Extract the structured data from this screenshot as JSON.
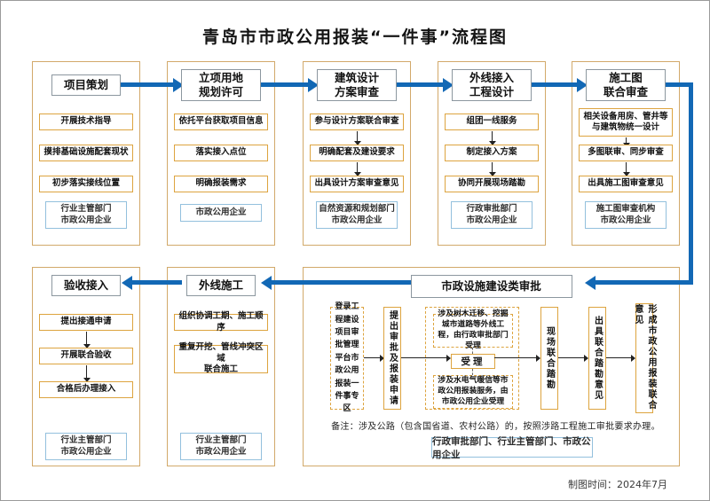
{
  "page": {
    "title": "青岛市市政公用报装“一件事”流程图",
    "footer": "制图时间：2024年7月"
  },
  "colors": {
    "flow_blue": "#1268b5",
    "gold_border": "#dda43f",
    "card_border": "#d2a96a",
    "header_border": "#8c979f",
    "dept_border": "#93c0dd"
  },
  "top_row": [
    {
      "header": "项目策划",
      "steps": [
        "开展技术指导",
        "摸排基础设施配套现状",
        "初步落实接线位置"
      ],
      "dept": "行业主管部门\n市政公用企业"
    },
    {
      "header": "立项用地\n规划许可",
      "steps": [
        "依托平台获取项目信息",
        "落实接入点位",
        "明确报装需求"
      ],
      "dept": "市政公用企业"
    },
    {
      "header": "建筑设计\n方案审查",
      "steps": [
        "参与设计方案联合审查",
        "明确配套及建设要求",
        "出具设计方案审查意见"
      ],
      "dept": "自然资源和规划部门\n市政公用企业"
    },
    {
      "header": "外线接入\n工程设计",
      "steps": [
        "组团一线服务",
        "制定接入方案",
        "协同开展现场踏勘"
      ],
      "dept": "行政审批部门\n市政公用企业"
    },
    {
      "header": "施工图\n联合审查",
      "steps": [
        "相关设备用房、管井等\n与建筑物统一设计",
        "多图联审、同步审查",
        "出具施工图审查意见"
      ],
      "dept": "施工图审查机构\n市政公用企业"
    }
  ],
  "bottom_row": [
    {
      "header": "验收接入",
      "steps": [
        "提出接通申请",
        "开展联合验收",
        "合格后办理接入"
      ],
      "dept": "行业主管部门\n市政公用企业"
    },
    {
      "header": "外线施工",
      "steps": [
        "组织协调工期、施工顺序",
        "重复开挖、管线冲突区域\n联合施工"
      ],
      "dept": "行业主管部门\n市政公用企业"
    }
  ],
  "approval": {
    "header": "市政设施建设类审批",
    "portal": "登录工程建设项目审批管理平台市政公用报装一件事专区",
    "apply": "提出审批及报装申请",
    "route_top": "涉及树木迁移、挖掘城市道路等外线工程，由行政审批部门受理",
    "accept": "受理",
    "route_bottom": "涉及水电气暖信等市政公用报装服务，由市政公用企业受理",
    "survey": "现场联合踏勘",
    "opinion": "出具联合踏勘意见",
    "result": "形成市政公用报装联合意见",
    "note": "备注：涉及公路（包含国省道、农村公路）的，按照涉路工程施工审批要求办理。",
    "dept": "行政审批部门、行业主管部门、市政公用企业"
  }
}
